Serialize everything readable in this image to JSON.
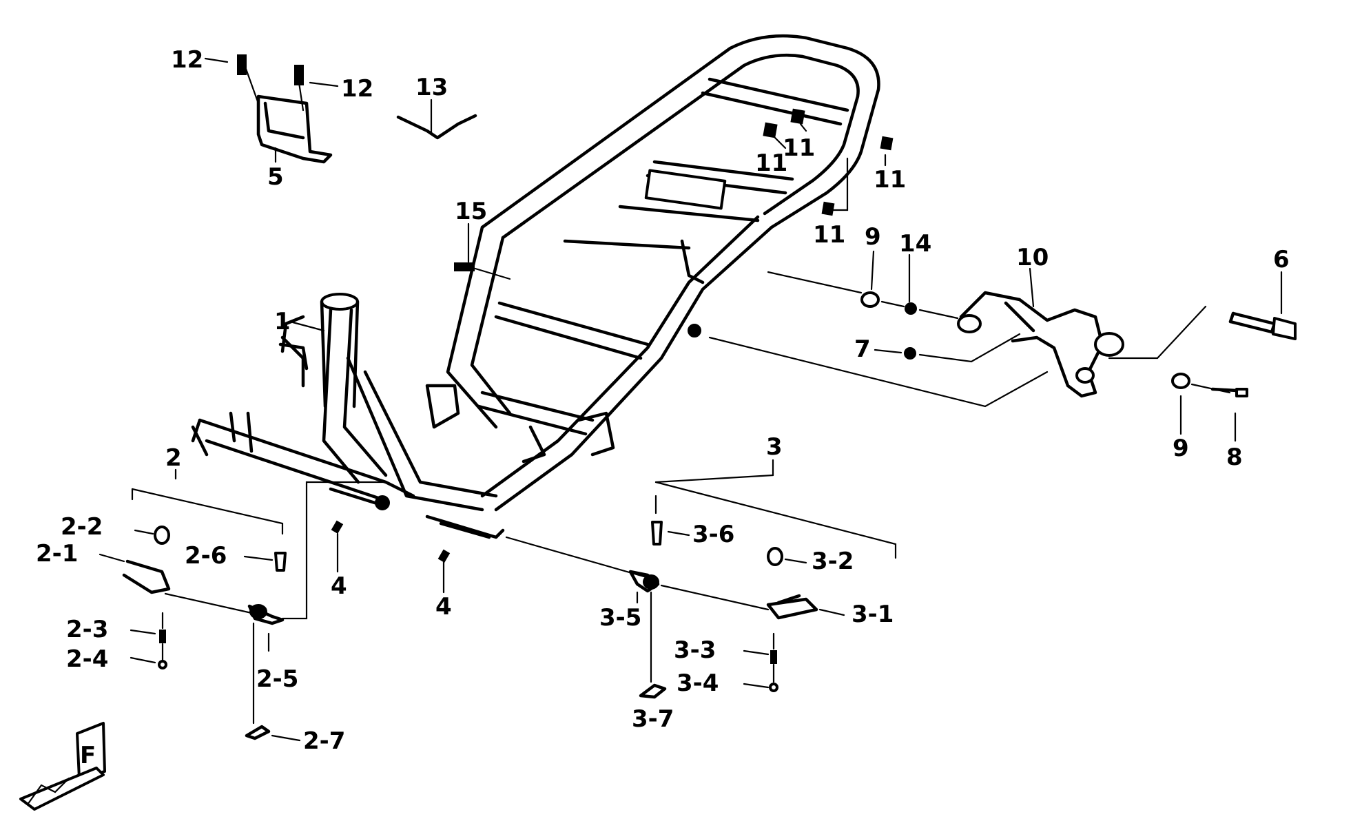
{
  "diagram": {
    "callouts": [
      {
        "id": "c1",
        "label": "1"
      },
      {
        "id": "c2",
        "label": "2"
      },
      {
        "id": "c2-1",
        "label": "2-1"
      },
      {
        "id": "c2-2",
        "label": "2-2"
      },
      {
        "id": "c2-3",
        "label": "2-3"
      },
      {
        "id": "c2-4",
        "label": "2-4"
      },
      {
        "id": "c2-5",
        "label": "2-5"
      },
      {
        "id": "c2-6",
        "label": "2-6"
      },
      {
        "id": "c2-7",
        "label": "2-7"
      },
      {
        "id": "c3",
        "label": "3"
      },
      {
        "id": "c3-1",
        "label": "3-1"
      },
      {
        "id": "c3-2",
        "label": "3-2"
      },
      {
        "id": "c3-3",
        "label": "3-3"
      },
      {
        "id": "c3-4",
        "label": "3-4"
      },
      {
        "id": "c3-5",
        "label": "3-5"
      },
      {
        "id": "c3-6",
        "label": "3-6"
      },
      {
        "id": "c3-7",
        "label": "3-7"
      },
      {
        "id": "c4a",
        "label": "4"
      },
      {
        "id": "c4b",
        "label": "4"
      },
      {
        "id": "c5",
        "label": "5"
      },
      {
        "id": "c6",
        "label": "6"
      },
      {
        "id": "c7",
        "label": "7"
      },
      {
        "id": "c8",
        "label": "8"
      },
      {
        "id": "c9a",
        "label": "9"
      },
      {
        "id": "c9b",
        "label": "9"
      },
      {
        "id": "c10",
        "label": "10"
      },
      {
        "id": "c11a",
        "label": "11"
      },
      {
        "id": "c11b",
        "label": "11"
      },
      {
        "id": "c11c",
        "label": "11"
      },
      {
        "id": "c11d",
        "label": "11"
      },
      {
        "id": "c12a",
        "label": "12"
      },
      {
        "id": "c12b",
        "label": "12"
      },
      {
        "id": "c13",
        "label": "13"
      },
      {
        "id": "c14",
        "label": "14"
      },
      {
        "id": "c15",
        "label": "15"
      }
    ],
    "front_marker": "F"
  }
}
